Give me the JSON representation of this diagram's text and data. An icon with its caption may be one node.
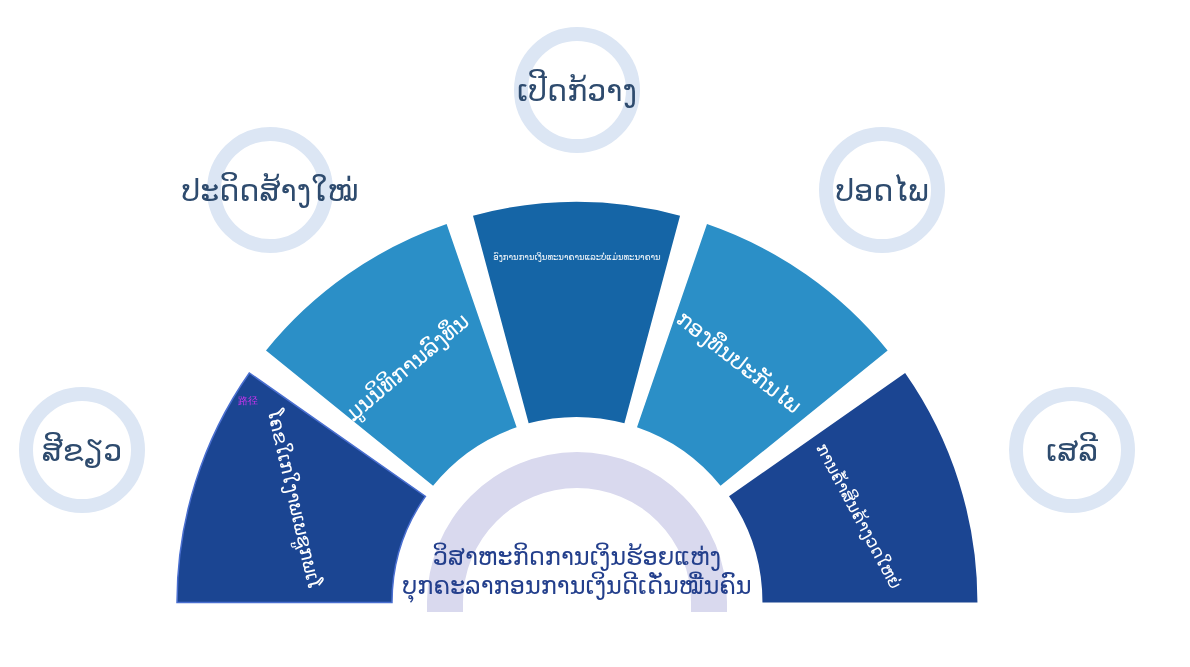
{
  "diagram": {
    "nodes": [
      {
        "text": [
          "ສີຂຽວ"
        ]
      },
      {
        "text": [
          "ປະດິດສ້າງໃໝ່"
        ]
      },
      {
        "text": [
          "ເປີດກ້ວາງ"
        ]
      },
      {
        "text": [
          "ປອດໄພ"
        ]
      },
      {
        "text": [
          "ເສລີ"
        ]
      },
      {
        "text": [
          "ໂຄຂໃເກໃງາພເພຊູກພເໂ"
        ]
      },
      {
        "text": [
          "ມູນນິທິການລົງທຶນ"
        ]
      },
      {
        "text": [
          "ອົງການການເງິນທະນາຄານແລະບໍ່ແມ່ນທະນາຄານ"
        ]
      },
      {
        "text": [
          "ກອງທຶນປະກັນໄພ"
        ]
      },
      {
        "text": [
          "ການຄ້ຳສິນຄ້າງວດໃຫຍ່"
        ]
      },
      {
        "text": [
          "ວິສາຫະກິດການເງິນຮ້ອຍແຫ່ງ ບຸກຄະລາກອນການເງິນດີເດັ່ນໝື່ນຄົນ"
        ]
      }
    ],
    "edges": [],
    "labels": [
      "路径"
    ]
  }
}
